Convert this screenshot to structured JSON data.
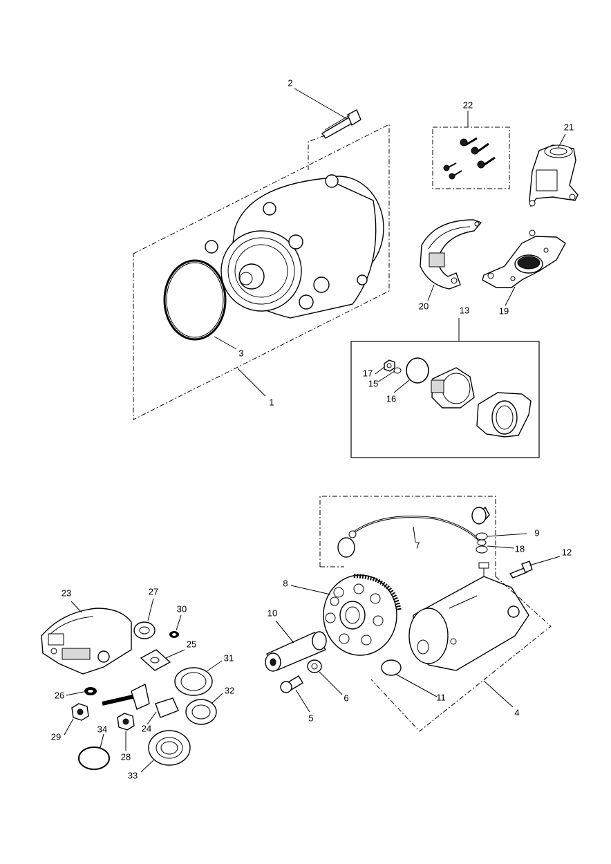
{
  "callouts": [
    {
      "id": "c1",
      "text": "1"
    },
    {
      "id": "c2",
      "text": "2"
    },
    {
      "id": "c3",
      "text": "3"
    },
    {
      "id": "c4",
      "text": "4"
    },
    {
      "id": "c5",
      "text": "5"
    },
    {
      "id": "c6",
      "text": "6"
    },
    {
      "id": "c7",
      "text": "7"
    },
    {
      "id": "c8",
      "text": "8"
    },
    {
      "id": "c9",
      "text": "9"
    },
    {
      "id": "c10",
      "text": "10"
    },
    {
      "id": "c11",
      "text": "11"
    },
    {
      "id": "c12",
      "text": "12"
    },
    {
      "id": "c13",
      "text": "13"
    },
    {
      "id": "c15",
      "text": "15"
    },
    {
      "id": "c16",
      "text": "16"
    },
    {
      "id": "c17",
      "text": "17"
    },
    {
      "id": "c18",
      "text": "18"
    },
    {
      "id": "c19",
      "text": "19"
    },
    {
      "id": "c20",
      "text": "20"
    },
    {
      "id": "c21",
      "text": "21"
    },
    {
      "id": "c22",
      "text": "22"
    },
    {
      "id": "c23",
      "text": "23"
    },
    {
      "id": "c24",
      "text": "24"
    },
    {
      "id": "c25",
      "text": "25"
    },
    {
      "id": "c26",
      "text": "26"
    },
    {
      "id": "c27",
      "text": "27"
    },
    {
      "id": "c28",
      "text": "28"
    },
    {
      "id": "c29",
      "text": "29"
    },
    {
      "id": "c30",
      "text": "30"
    },
    {
      "id": "c31",
      "text": "31"
    },
    {
      "id": "c32",
      "text": "32"
    },
    {
      "id": "c33",
      "text": "33"
    },
    {
      "id": "c34",
      "text": "34"
    }
  ]
}
